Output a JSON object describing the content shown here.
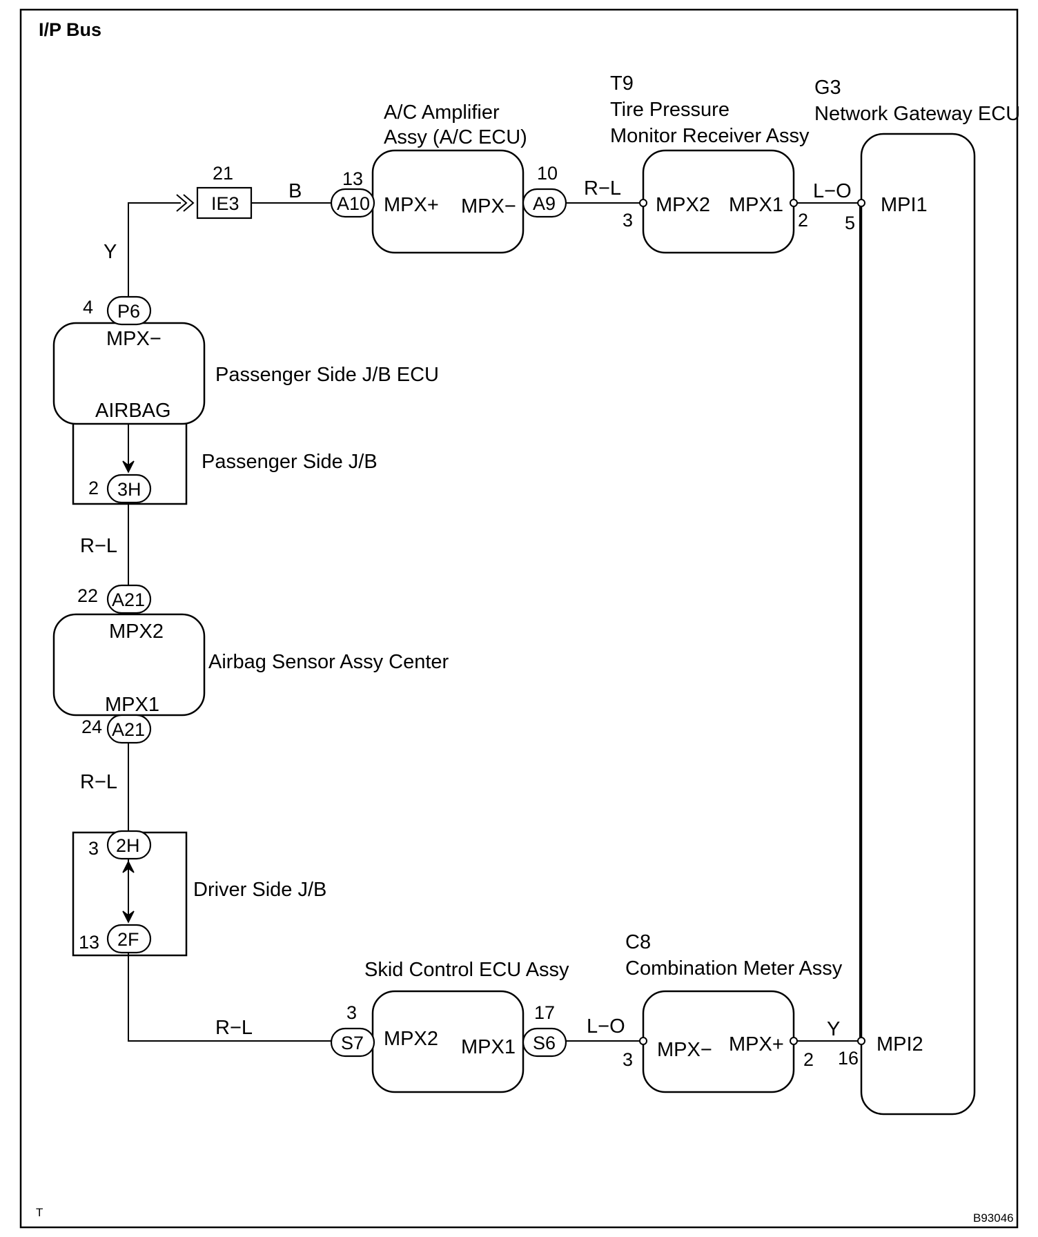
{
  "title": "I/P Bus",
  "footer_left": "T",
  "footer_right": "B93046",
  "components": {
    "ac_amp": {
      "name_line1": "A/C Amplifier",
      "name_line2": "Assy (A/C ECU)",
      "term_left": "MPX+",
      "term_right": "MPX−"
    },
    "tpms": {
      "code": "T9",
      "name_line1": "Tire Pressure",
      "name_line2": "Monitor Receiver Assy",
      "term_left": "MPX2",
      "term_right": "MPX1"
    },
    "gateway": {
      "code": "G3",
      "name": "Network Gateway ECU",
      "term_top": "MPI1",
      "term_bottom": "MPI2"
    },
    "pjb_ecu": {
      "name": "Passenger Side J/B ECU",
      "term_top": "MPX−",
      "term_bottom": "AIRBAG"
    },
    "pjb": {
      "name": "Passenger Side J/B"
    },
    "airbag": {
      "name": "Airbag Sensor Assy Center",
      "term_top": "MPX2",
      "term_bottom": "MPX1"
    },
    "djb": {
      "name": "Driver Side J/B"
    },
    "skid": {
      "name": "Skid Control ECU Assy",
      "term_left": "MPX2",
      "term_right": "MPX1"
    },
    "meter": {
      "code": "C8",
      "name": "Combination Meter Assy",
      "term_left": "MPX−",
      "term_right": "MPX+"
    }
  },
  "connectors": {
    "ie3": {
      "label": "IE3",
      "pin": "21"
    },
    "a10": {
      "label": "A10",
      "pin": "13"
    },
    "a9": {
      "label": "A9",
      "pin": "10"
    },
    "p6": {
      "label": "P6",
      "pin": "4"
    },
    "h3": {
      "label": "3H",
      "pin": "2"
    },
    "a21_top": {
      "label": "A21",
      "pin": "22"
    },
    "a21_bot": {
      "label": "A21",
      "pin": "24"
    },
    "h2": {
      "label": "2H",
      "pin": "3"
    },
    "f2": {
      "label": "2F",
      "pin": "13"
    },
    "s7": {
      "label": "S7",
      "pin": "3"
    },
    "s6": {
      "label": "S6",
      "pin": "17"
    }
  },
  "pins": {
    "tpms_left": "3",
    "tpms_right": "2",
    "gw_top": "5",
    "meter_left": "3",
    "meter_right": "2",
    "gw_bottom": "16"
  },
  "wires": {
    "y_top": "Y",
    "b": "B",
    "rl_top": "R−L",
    "lo_top": "L−O",
    "rl_1": "R−L",
    "rl_2": "R−L",
    "rl_bottom": "R−L",
    "lo_bottom": "L−O",
    "y_bottom": "Y"
  },
  "colors": {
    "line": "#000000",
    "background": "#ffffff"
  }
}
